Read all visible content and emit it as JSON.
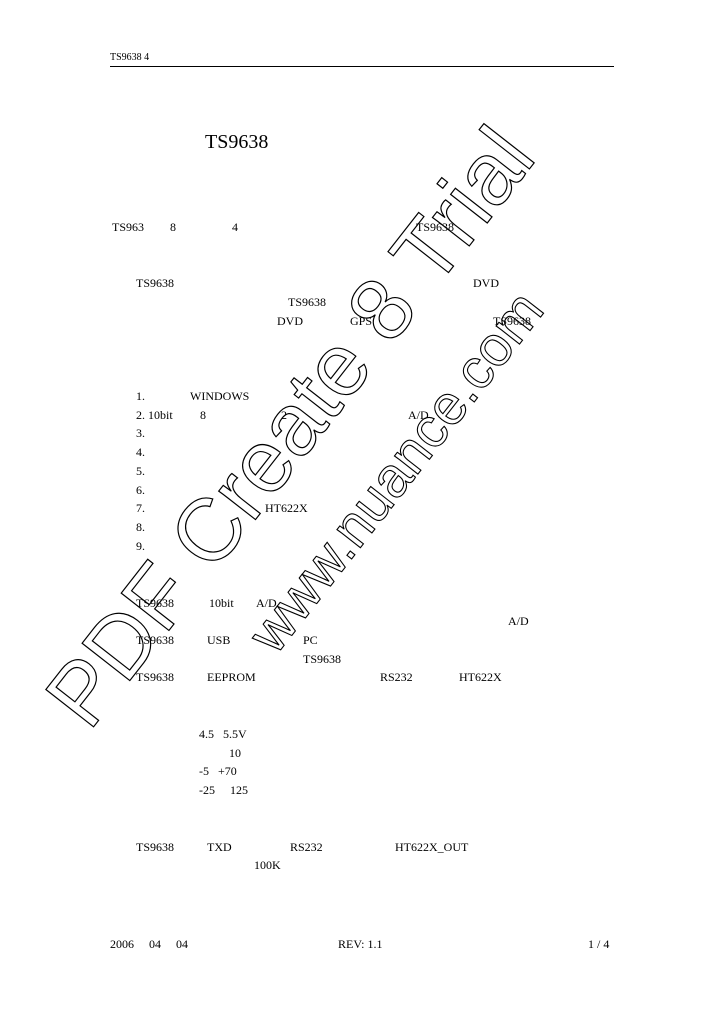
{
  "header": {
    "doc_id": "TS9638 4"
  },
  "title": "TS9638",
  "intro": {
    "a": "TS963",
    "b": "8",
    "c": "4",
    "d": "TS9638"
  },
  "overview": {
    "l1_a": "TS9638",
    "l1_b": "DVD",
    "l2_a": "TS9638",
    "l3_a": "DVD",
    "l3_b": "GPS",
    "l3_c": "TS9638"
  },
  "features": [
    {
      "num": "1.",
      "parts": [
        "WINDOWS"
      ]
    },
    {
      "num": "2. 10bit",
      "parts": [
        "8",
        "2",
        "A/D"
      ]
    },
    {
      "num": "3.",
      "parts": []
    },
    {
      "num": "4.",
      "parts": []
    },
    {
      "num": "5.",
      "parts": []
    },
    {
      "num": "6.",
      "parts": []
    },
    {
      "num": "7.",
      "parts": [
        "HT622X"
      ]
    },
    {
      "num": "8.",
      "parts": []
    },
    {
      "num": "9.",
      "parts": []
    }
  ],
  "desc": {
    "r1_a": "TS9638",
    "r1_b": "10bit",
    "r1_c": "A/D",
    "r2_a": "A/D",
    "r3_a": "TS9638",
    "r3_b": "USB",
    "r3_c": "PC",
    "r4_a": "TS9638",
    "r5_a": "TS9638",
    "r5_b": "EEPROM",
    "r5_c": "RS232",
    "r5_d": "HT622X"
  },
  "specs": [
    "4.5   5.5V",
    "10",
    "-5   +70",
    "-25     125"
  ],
  "note": {
    "a": "TS9638",
    "b": "TXD",
    "c": "RS232",
    "d": "HT622X_OUT",
    "e": "100K"
  },
  "footer": {
    "date": "2006     04     04",
    "rev": "REV: 1.1",
    "page": "1 / 4"
  },
  "watermark": {
    "line1": "PDF Create 8 Trial",
    "line2": "www.nuance.com"
  }
}
